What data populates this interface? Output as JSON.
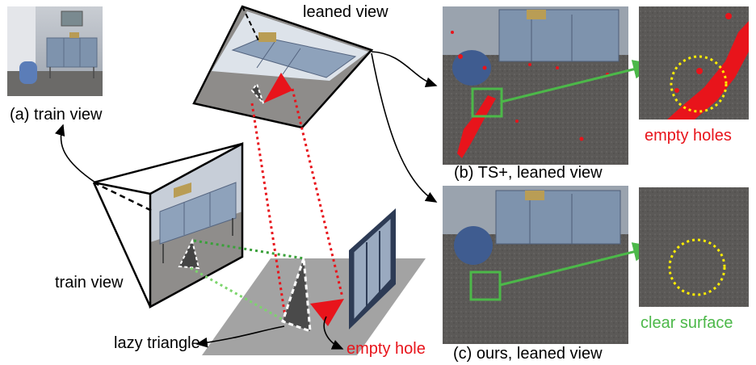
{
  "labels": {
    "train_view_caption": "(a) train view",
    "leaned_view_top": "leaned view",
    "ts_caption": "(b) TS+, leaned view",
    "ours_caption": "(c) ours, leaned view",
    "empty_holes": "empty holes",
    "clear_surface": "clear surface",
    "train_view": "train view",
    "lazy_triangle": "lazy triangle",
    "empty_hole": "empty hole"
  },
  "colors": {
    "red": "#e8141b",
    "green": "#4cb849",
    "green_dotted": "#3aa03a",
    "yellow": "#ffee00",
    "dresser": "#8a9fb8",
    "floor": "#5d5a58",
    "gray_plane": "#a3a3a3"
  }
}
